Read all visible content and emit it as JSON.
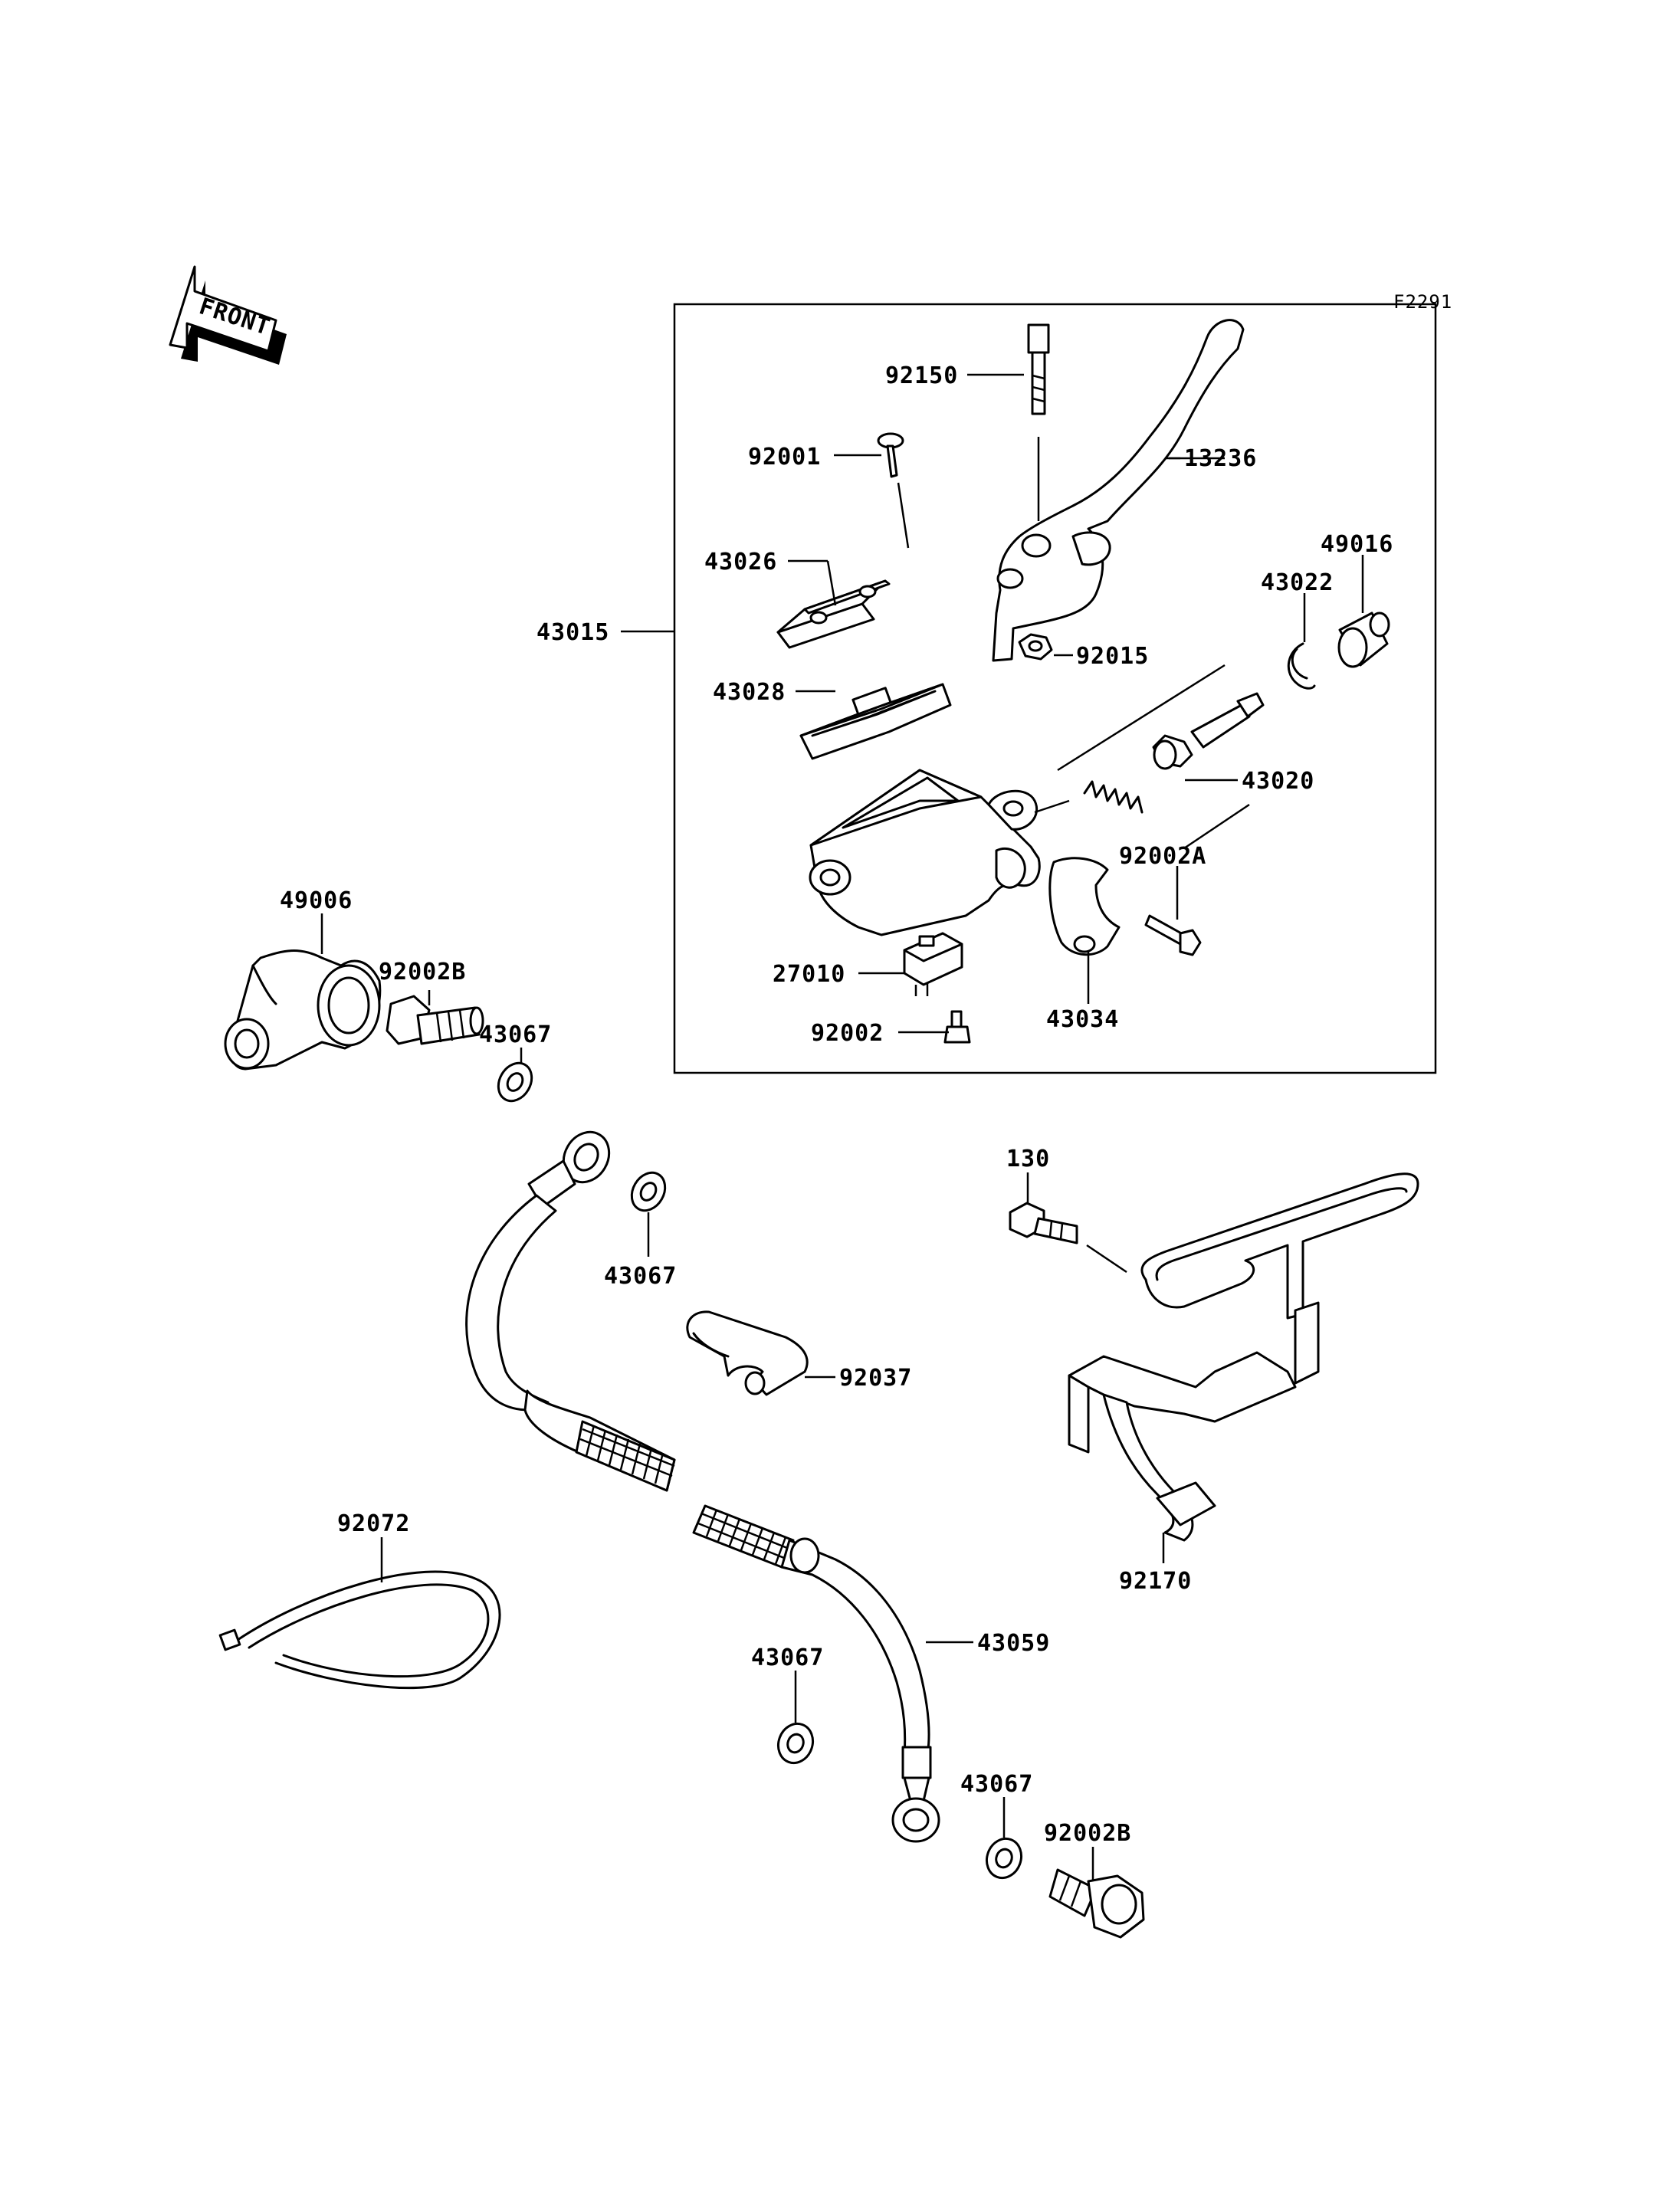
{
  "figure_code": "F2291",
  "front_label": "FRONT",
  "parts": {
    "p92150": "92150",
    "p92001": "92001",
    "p13236": "13236",
    "p43026": "43026",
    "p49016": "49016",
    "p43022": "43022",
    "p43015": "43015",
    "p92015": "92015",
    "p43028": "43028",
    "p43020": "43020",
    "p92002A": "92002A",
    "p27010": "27010",
    "p92002": "92002",
    "p43034": "43034",
    "p49006": "49006",
    "p92002B_top": "92002B",
    "p43067_a": "43067",
    "p43067_b": "43067",
    "p130": "130",
    "p92037": "92037",
    "p92072": "92072",
    "p92170": "92170",
    "p43059": "43059",
    "p43067_c": "43067",
    "p43067_d": "43067",
    "p92002B_bottom": "92002B"
  }
}
